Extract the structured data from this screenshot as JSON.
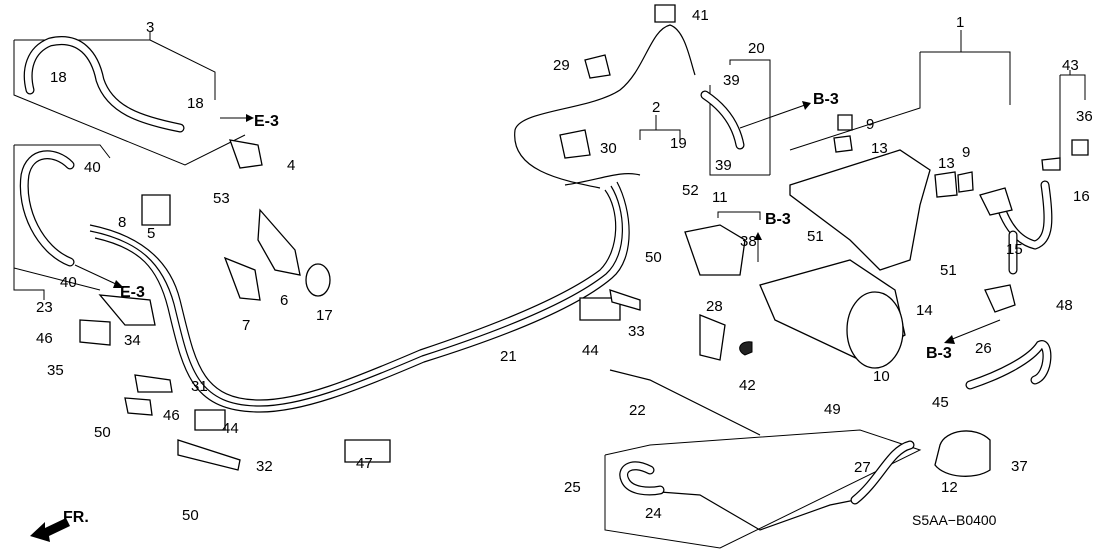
{
  "diagram": {
    "code": "S5AA−B0400",
    "front_arrow": "FR.",
    "refs": [
      "E-3",
      "E-3",
      "B-3",
      "B-3",
      "B-3"
    ],
    "callouts": [
      "3",
      "18",
      "18",
      "4",
      "40",
      "8",
      "5",
      "53",
      "6",
      "7",
      "17",
      "23",
      "40",
      "34",
      "46",
      "35",
      "31",
      "46",
      "50",
      "44",
      "32",
      "50",
      "47",
      "21",
      "41",
      "29",
      "20",
      "39",
      "2",
      "19",
      "30",
      "39",
      "52",
      "11",
      "50",
      "38",
      "9",
      "13",
      "13",
      "9",
      "1",
      "43",
      "36",
      "16",
      "51",
      "51",
      "15",
      "14",
      "48",
      "33",
      "44",
      "28",
      "42",
      "10",
      "26",
      "45",
      "49",
      "22",
      "25",
      "24",
      "27",
      "12",
      "37"
    ]
  }
}
